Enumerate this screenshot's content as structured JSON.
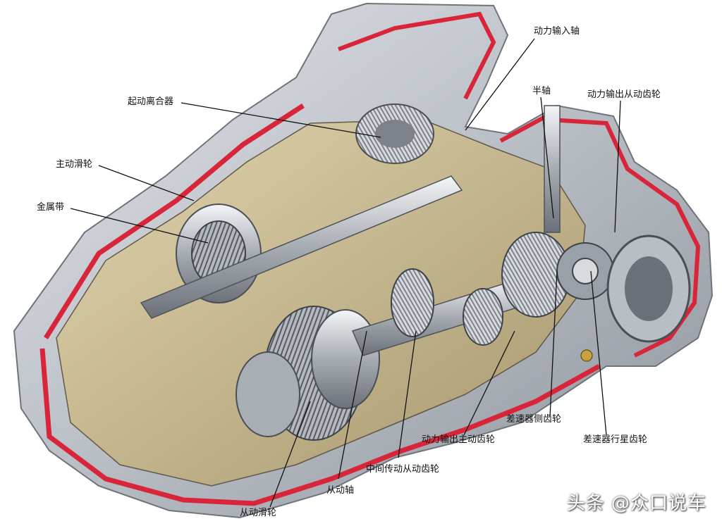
{
  "labels": {
    "power_input_shaft": "动力输入轴",
    "start_clutch": "起动离合器",
    "half_shaft": "半轴",
    "power_output_driven_gear": "动力输出从动齿轮",
    "drive_pulley": "主动滑轮",
    "metal_belt": "金属带",
    "diff_side_gear": "差速器侧齿轮",
    "power_output_drive_gear": "动力输出主动齿轮",
    "diff_planet_gear": "差速器行星齿轮",
    "intermediate_driven_gear": "中间传动从动齿轮",
    "driven_shaft": "从动轴",
    "driven_pulley": "从动滑轮"
  },
  "watermark": "头条 @众口说车",
  "colors": {
    "housing": "#c9ccd1",
    "housing_dark": "#8e939b",
    "cut_red": "#d8253a",
    "internal_tan": "#cbb98c",
    "steel": "#9aa0a8",
    "leader": "#111111"
  }
}
